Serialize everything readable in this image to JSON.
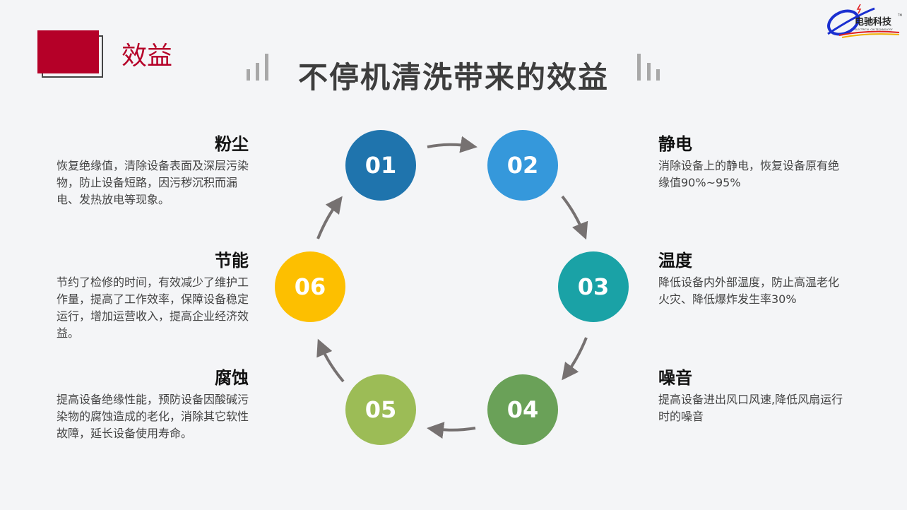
{
  "section_title": "效益",
  "main_title": "不停机清洗带来的效益",
  "logo": {
    "cn": "电驰科技",
    "en": "ELECTRICAL CHI TECHNOLOGY",
    "tm": "TM"
  },
  "colors": {
    "accent": "#b50028",
    "c01": "#1f74ad",
    "c02": "#3598db",
    "c03": "#1aa2a6",
    "c04": "#6aa158",
    "c05": "#9cbc56",
    "c06": "#fdbf00",
    "arrow": "#767171"
  },
  "steps": [
    {
      "num": "01",
      "title": "粉尘",
      "desc": "恢复绝缘值，清除设备表面及深层污染物，防止设备短路，因污秽沉积而漏电、发热放电等现象。"
    },
    {
      "num": "02",
      "title": "静电",
      "desc": "消除设备上的静电，恢复设备原有绝缘值90%~95%"
    },
    {
      "num": "03",
      "title": "温度",
      "desc": "降低设备内外部温度，防止高温老化火灾、降低爆炸发生率30%"
    },
    {
      "num": "04",
      "title": "噪音",
      "desc": "提高设备进出风口风速,降低风扇运行时的噪音"
    },
    {
      "num": "05",
      "title": "腐蚀",
      "desc": "提高设备绝缘性能，预防设备因酸碱污染物的腐蚀造成的老化，消除其它软性故障，延长设备使用寿命。"
    },
    {
      "num": "06",
      "title": "节能",
      "desc": "节约了检修的时间，有效减少了维护工作量，提高了工作效率，保障设备稳定运行，增加运营收入，提高企业经济效益。"
    }
  ]
}
